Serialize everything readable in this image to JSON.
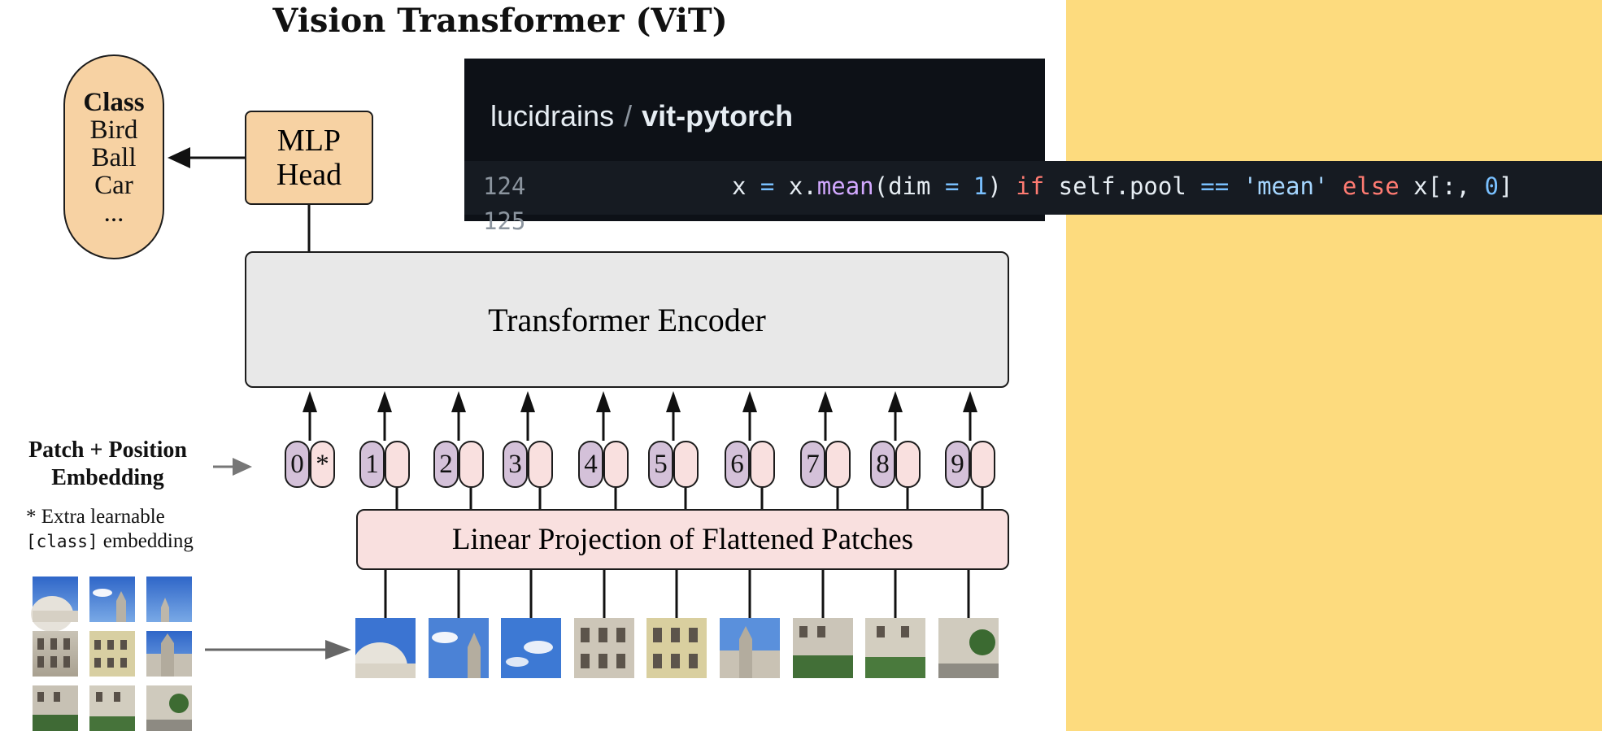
{
  "title": "Vision Transformer (ViT)",
  "class_box": {
    "heading": "Class",
    "items": [
      "Bird",
      "Ball",
      "Car",
      "..."
    ]
  },
  "mlp_head": {
    "line1": "MLP",
    "line2": "Head"
  },
  "encoder_label": "Transformer Encoder",
  "projection_label": "Linear Projection of Flattened Patches",
  "embedding_label": {
    "line1": "Patch + Position",
    "line2": "Embedding"
  },
  "note": {
    "line1": "* Extra learnable",
    "mono": "[class]",
    "rest": " embedding"
  },
  "tokens": [
    {
      "num": "0",
      "pos": "*"
    },
    {
      "num": "1",
      "pos": ""
    },
    {
      "num": "2",
      "pos": ""
    },
    {
      "num": "3",
      "pos": ""
    },
    {
      "num": "4",
      "pos": ""
    },
    {
      "num": "5",
      "pos": ""
    },
    {
      "num": "6",
      "pos": ""
    },
    {
      "num": "7",
      "pos": ""
    },
    {
      "num": "8",
      "pos": ""
    },
    {
      "num": "9",
      "pos": ""
    }
  ],
  "patches": [
    {
      "icon": "palace-dome-patch-image"
    },
    {
      "icon": "sky-tower-patch-image"
    },
    {
      "icon": "sky-patch-image"
    },
    {
      "icon": "facade-left-patch-image"
    },
    {
      "icon": "facade-center-patch-image"
    },
    {
      "icon": "tower-base-patch-image"
    },
    {
      "icon": "garden-left-patch-image"
    },
    {
      "icon": "garden-center-patch-image"
    },
    {
      "icon": "garden-right-patch-image"
    }
  ],
  "code_overlay": {
    "owner": "lucidrains",
    "separator": "/",
    "repo": "vit-pytorch",
    "line_number": "124",
    "next_line_number": "125",
    "code": {
      "t1": "x",
      "t2": " = ",
      "t3": "x.",
      "t4": "mean",
      "t5": "(dim ",
      "t6": "=",
      "t7": " ",
      "t8": "1",
      "t9": ") ",
      "t10": "if",
      "t11": " self.pool ",
      "t12": "==",
      "t13": " ",
      "t14": "'mean'",
      "t15": " ",
      "t16": "else",
      "t17": " x[:, ",
      "t18": "0",
      "t19": "]"
    }
  },
  "colors": {
    "background": "#ffffff",
    "right_panel": "#fddb7e",
    "class_fill": "#f7d2a3",
    "encoder_fill": "#e8e8e8",
    "projection_fill": "#f9e0df",
    "token_number_fill": "#d4c1d9",
    "code_bg": "#0d1117",
    "code_line_bg": "#161b22"
  }
}
